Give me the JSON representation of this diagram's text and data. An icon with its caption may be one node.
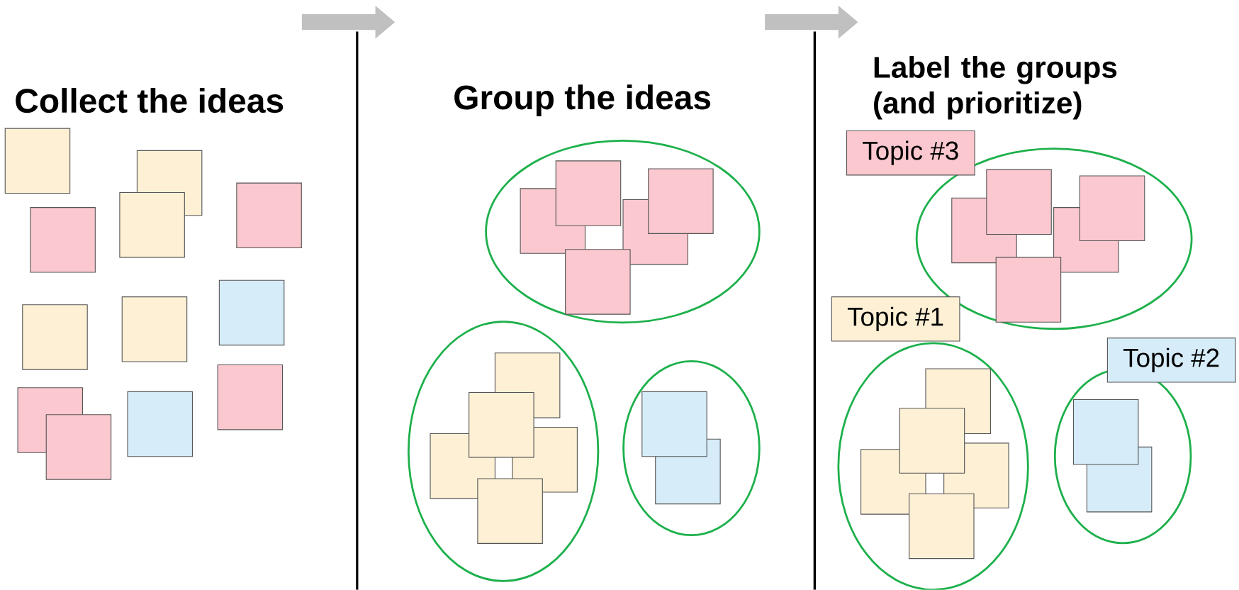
{
  "diagram": {
    "nodes": [
      {
        "text": [
          "Collect the ideas"
        ]
      },
      {
        "text": [],
        "shape": "box"
      },
      {
        "text": [],
        "shape": "box"
      },
      {
        "text": [],
        "shape": "box"
      },
      {
        "text": [],
        "shape": "box"
      },
      {
        "text": [],
        "shape": "box"
      },
      {
        "text": [],
        "shape": "box"
      },
      {
        "text": [],
        "shape": "box"
      },
      {
        "text": [],
        "shape": "box"
      },
      {
        "text": [],
        "shape": "box"
      },
      {
        "text": [],
        "shape": "box"
      },
      {
        "text": [],
        "shape": "box"
      },
      {
        "text": [],
        "shape": "box"
      },
      {
        "text": [
          "Group the ideas"
        ]
      },
      {
        "text": [],
        "shape": "ellipse"
      },
      {
        "text": [],
        "shape": "box",
        "in": 14
      },
      {
        "text": [],
        "shape": "box",
        "in": 14
      },
      {
        "text": [],
        "shape": "box",
        "in": 14
      },
      {
        "text": [],
        "shape": "box",
        "in": 14
      },
      {
        "text": [],
        "shape": "box",
        "in": 14
      },
      {
        "text": [],
        "shape": "ellipse"
      },
      {
        "text": [],
        "shape": "box",
        "in": 20
      },
      {
        "text": [],
        "shape": "box",
        "in": 20
      },
      {
        "text": [],
        "shape": "box",
        "in": 20
      },
      {
        "text": [],
        "shape": "box",
        "in": 20
      },
      {
        "text": [],
        "shape": "box",
        "in": 20
      },
      {
        "text": [],
        "shape": "ellipse"
      },
      {
        "text": [],
        "shape": "box",
        "in": 26
      },
      {
        "text": [],
        "shape": "box",
        "in": 26
      },
      {
        "text": [
          "Label the groups (and prioritize)"
        ]
      },
      {
        "text": [
          "Topic #3"
        ]
      },
      {
        "text": [],
        "shape": "ellipse"
      },
      {
        "text": [],
        "shape": "box",
        "in": 31
      },
      {
        "text": [],
        "shape": "box",
        "in": 31
      },
      {
        "text": [],
        "shape": "box",
        "in": 31
      },
      {
        "text": [],
        "shape": "box",
        "in": 31
      },
      {
        "text": [],
        "shape": "box",
        "in": 31
      },
      {
        "text": [
          "Topic #1"
        ]
      },
      {
        "text": [],
        "shape": "ellipse"
      },
      {
        "text": [],
        "shape": "box",
        "in": 38
      },
      {
        "text": [],
        "shape": "box",
        "in": 38
      },
      {
        "text": [],
        "shape": "box",
        "in": 38
      },
      {
        "text": [],
        "shape": "box",
        "in": 38
      },
      {
        "text": [],
        "shape": "box",
        "in": 38
      },
      {
        "text": [
          "Topic #2"
        ]
      },
      {
        "text": [],
        "shape": "ellipse"
      },
      {
        "text": [],
        "shape": "box",
        "in": 45
      },
      {
        "text": [],
        "shape": "box",
        "in": 45
      }
    ]
  }
}
